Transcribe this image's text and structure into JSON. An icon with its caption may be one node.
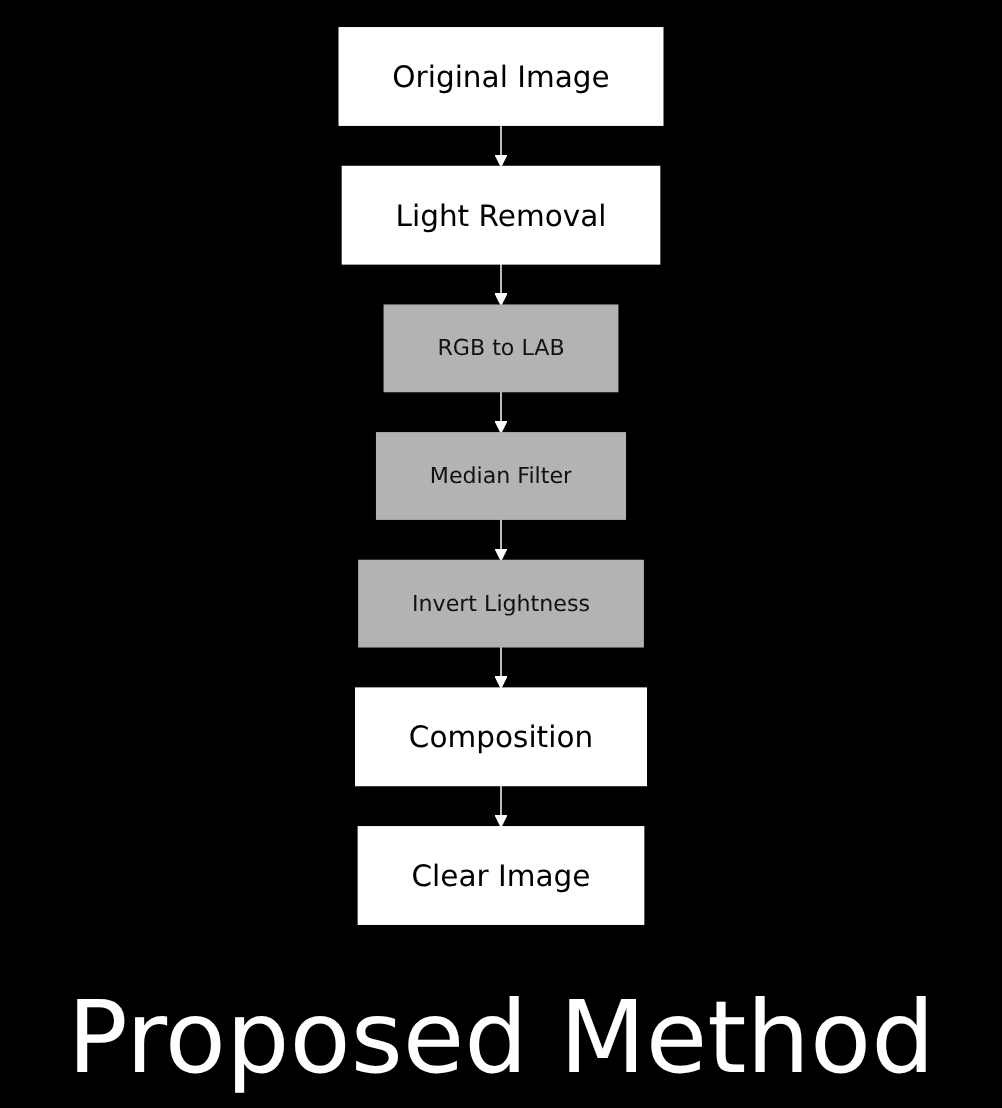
{
  "diagram": {
    "title": "Proposed Method",
    "nodes": [
      {
        "text": [
          "Original Image"
        ]
      },
      {
        "text": [
          "Light Removal"
        ]
      },
      {
        "text": [
          "RGB to LAB"
        ]
      },
      {
        "text": [
          "Median Filter"
        ]
      },
      {
        "text": [
          "Invert Lightness"
        ]
      },
      {
        "text": [
          "Composition"
        ]
      },
      {
        "text": [
          "Clear Image"
        ]
      }
    ],
    "edges": [
      {
        "from": 0,
        "to": 1,
        "arrow": "to"
      },
      {
        "from": 1,
        "to": 2,
        "arrow": "to"
      },
      {
        "from": 2,
        "to": 3,
        "arrow": "to"
      },
      {
        "from": 3,
        "to": 4,
        "arrow": "to"
      },
      {
        "from": 4,
        "to": 5,
        "arrow": "to"
      },
      {
        "from": 5,
        "to": 6,
        "arrow": "to"
      }
    ]
  }
}
